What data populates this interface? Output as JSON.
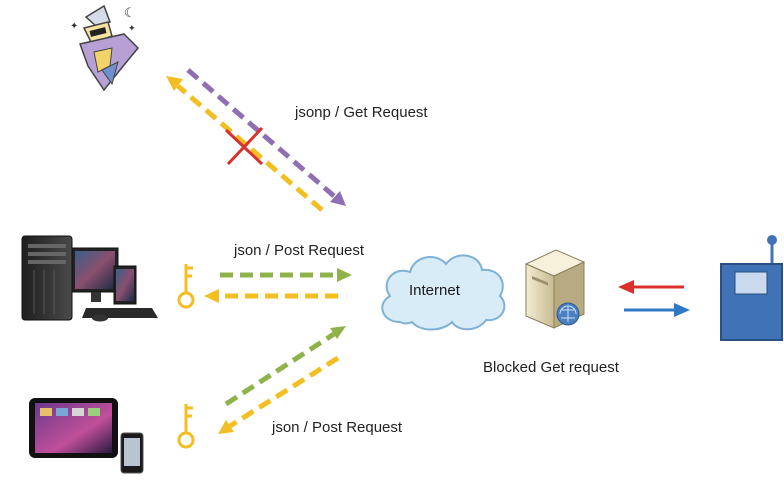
{
  "labels": {
    "jsonp_get": "jsonp / Get Request",
    "json_post_desktop": "json / Post Request",
    "json_post_tablet": "json / Post Request",
    "internet": "Internet",
    "blocked_get": "Blocked Get request"
  },
  "colors": {
    "purple": "#8f6fb3",
    "yellow": "#f3be21",
    "green": "#8fb34a",
    "red": "#d9302b",
    "blue": "#2f78c4",
    "cloud_fill": "#d8ecf8",
    "cloud_stroke": "#7fb0d6",
    "device_blue": "#3f73b6"
  }
}
